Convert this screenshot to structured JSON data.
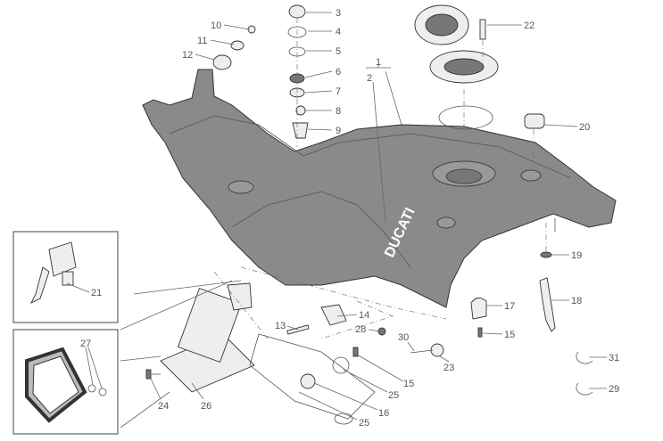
{
  "diagram": {
    "title_labels": {
      "group": "1",
      "sub": "2"
    },
    "brand_text": "DUCATI",
    "callouts": [
      "3",
      "4",
      "5",
      "6",
      "7",
      "8",
      "9",
      "10",
      "11",
      "12",
      "22",
      "20",
      "19",
      "18",
      "17",
      "15",
      "21",
      "13",
      "14",
      "28",
      "30",
      "23",
      "15",
      "25",
      "16",
      "25",
      "24",
      "26",
      "27",
      "31",
      "29"
    ]
  },
  "colors": {
    "tank": "#8a8a8a",
    "line": "#555555"
  }
}
